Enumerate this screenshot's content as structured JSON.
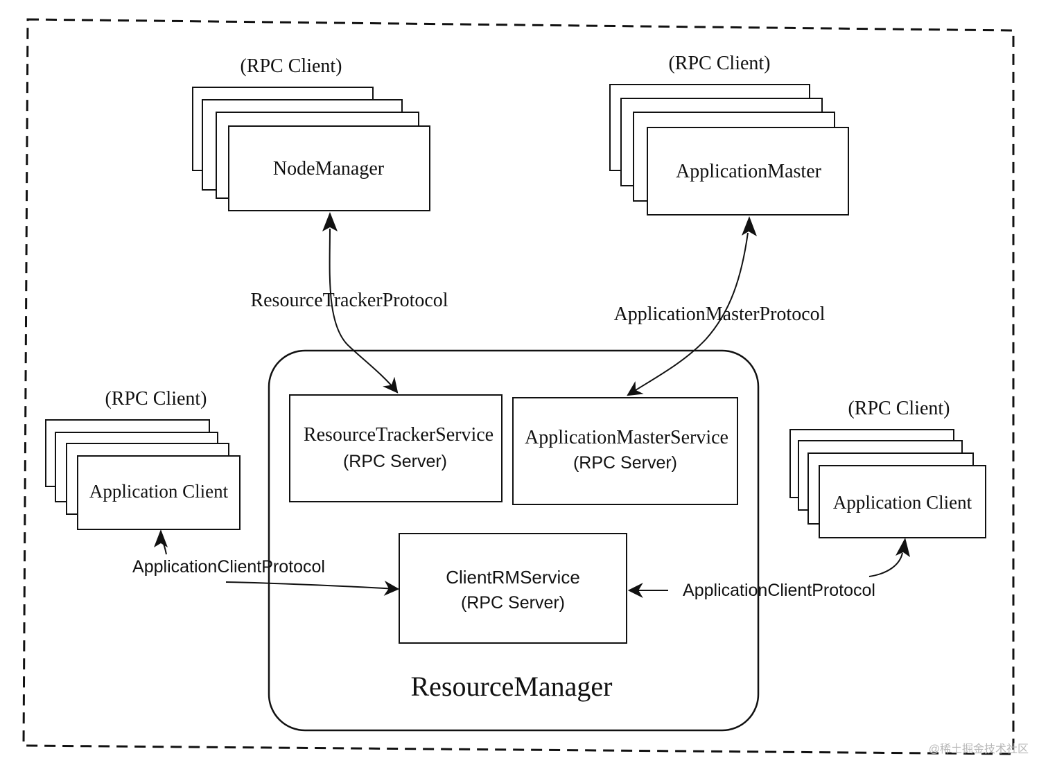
{
  "boundary": {
    "style": "dashed"
  },
  "resource_manager": {
    "title": "ResourceManager"
  },
  "services": {
    "resource_tracker": {
      "name": "ResourceTrackerService",
      "role": "(RPC Server)"
    },
    "application_master": {
      "name": "ApplicationMasterService",
      "role": "(RPC Server)"
    },
    "client_rm": {
      "name": "ClientRMService",
      "role": "(RPC Server)"
    }
  },
  "clients": {
    "node_manager": {
      "caption": "(RPC Client)",
      "name": "NodeManager"
    },
    "application_master": {
      "caption": "(RPC Client)",
      "name": "ApplicationMaster"
    },
    "app_client_left": {
      "caption": "(RPC Client)",
      "name": "Application Client"
    },
    "app_client_right": {
      "caption": "(RPC Client)",
      "name": "Application Client"
    }
  },
  "protocols": {
    "resource_tracker": "ResourceTrackerProtocol",
    "application_master": "ApplicationMasterProtocol",
    "client_left": "ApplicationClientProtocol",
    "client_right": "ApplicationClientProtocol"
  },
  "watermark": "@稀土掘金技术社区",
  "colors": {
    "line": "#111111",
    "background": "#ffffff",
    "watermark": "#b8b8b8"
  }
}
